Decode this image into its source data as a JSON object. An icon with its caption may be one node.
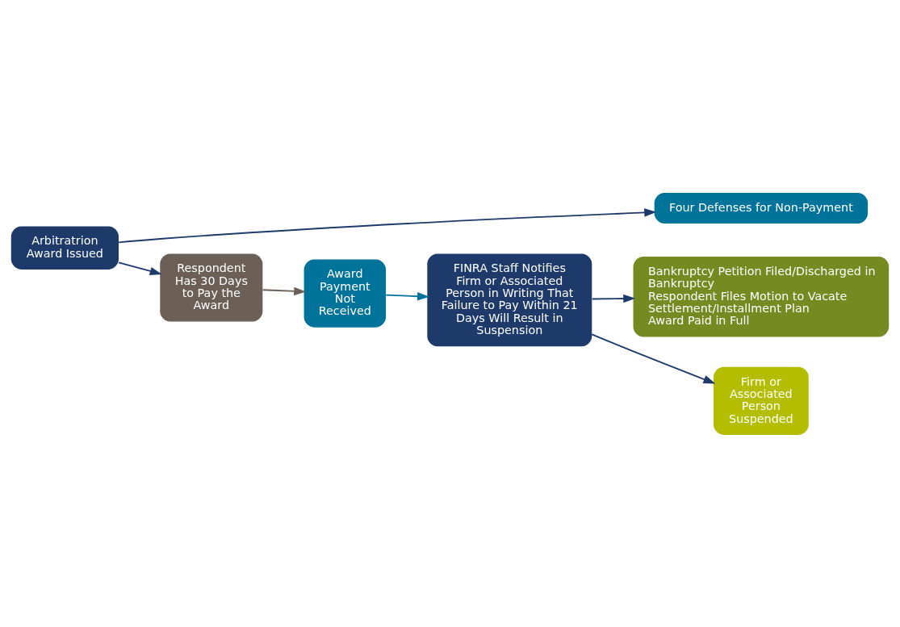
{
  "diagram": {
    "nodes": [
      {
        "text": [
          "Four Defenses for Non-Payment"
        ]
      },
      {
        "text": [
          "Bankruptcy Petition Filed/Discharged in Bankruptcy",
          "Respondent Files Motion to Vacate",
          "Settlement/Installment Plan",
          "Award Paid in Full"
        ]
      },
      {
        "text": [
          "Arbitratrion Award Issued"
        ]
      },
      {
        "text": [
          "Respondent Has 30 Days to Pay the Award"
        ]
      },
      {
        "text": [
          "Award Payment Not Received"
        ]
      },
      {
        "text": [
          "FINRA Staff Notifies Firm or Associated Person in Writing That Failure to Pay Within 21 Days Will Result in Suspension"
        ]
      },
      {
        "text": [
          "Firm or Associated Person Suspended"
        ]
      }
    ],
    "edges": [
      {
        "from": 2,
        "to": 0,
        "arrow": "to"
      },
      {
        "from": 2,
        "to": 3,
        "arrow": "to"
      },
      {
        "from": 3,
        "to": 4,
        "arrow": "to",
        "color": "#6b5f56"
      },
      {
        "from": 4,
        "to": 5,
        "arrow": "to",
        "color": "#00739a"
      },
      {
        "from": 5,
        "to": 1,
        "arrow": "to"
      },
      {
        "from": 5,
        "to": 6,
        "arrow": "to"
      }
    ]
  }
}
